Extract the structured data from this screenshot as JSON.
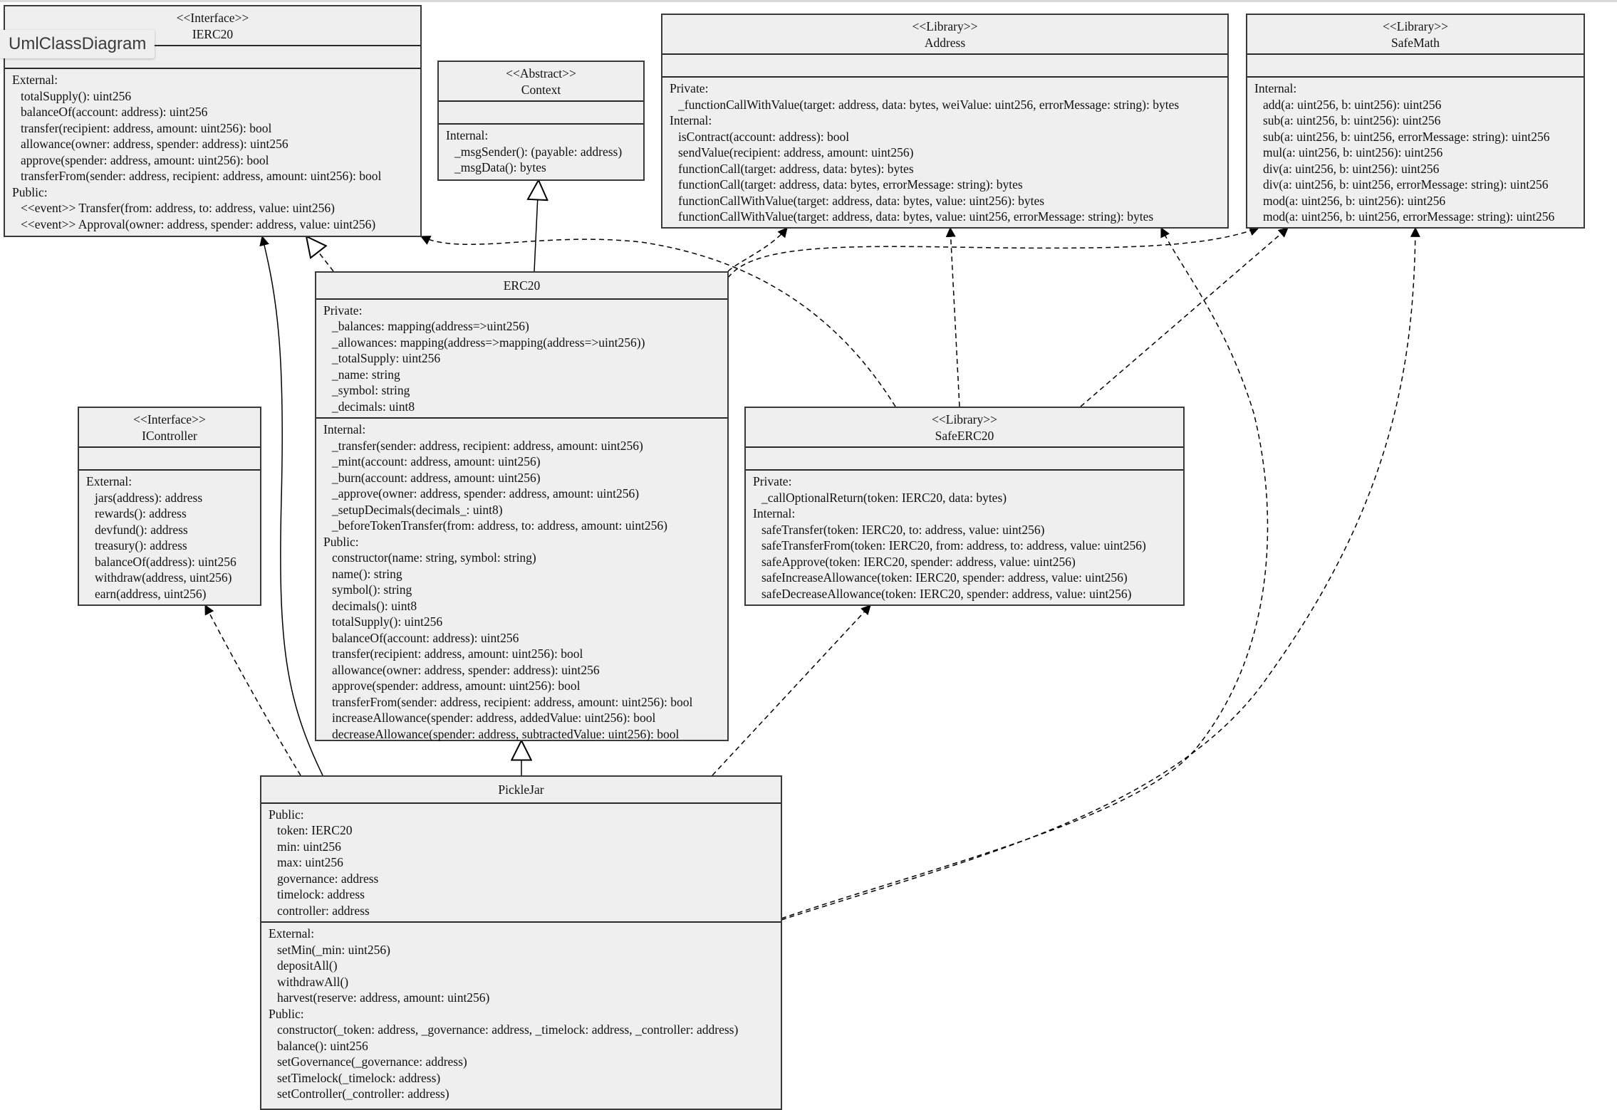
{
  "tab_label": "UmlClassDiagram",
  "classes": {
    "ierc20": {
      "stereotype": "<<Interface>>",
      "name": "IERC20",
      "sections": [
        {
          "label": "External:",
          "members": [
            "totalSupply(): uint256",
            "balanceOf(account: address): uint256",
            "transfer(recipient: address, amount: uint256): bool",
            "allowance(owner: address, spender: address): uint256",
            "approve(spender: address, amount: uint256): bool",
            "transferFrom(sender: address, recipient: address, amount: uint256): bool"
          ]
        },
        {
          "label": "Public:",
          "members": [
            "<<event>> Transfer(from: address, to: address, value: uint256)",
            "<<event>> Approval(owner: address, spender: address, value: uint256)"
          ]
        }
      ]
    },
    "context": {
      "stereotype": "<<Abstract>>",
      "name": "Context",
      "sections": [
        {
          "label": "Internal:",
          "members": [
            "_msgSender(): (payable: address)",
            "_msgData(): bytes"
          ]
        }
      ]
    },
    "address": {
      "stereotype": "<<Library>>",
      "name": "Address",
      "sections": [
        {
          "label": "Private:",
          "members": [
            "_functionCallWithValue(target: address, data: bytes, weiValue: uint256, errorMessage: string): bytes"
          ]
        },
        {
          "label": "Internal:",
          "members": [
            "isContract(account: address): bool",
            "sendValue(recipient: address, amount: uint256)",
            "functionCall(target: address, data: bytes): bytes",
            "functionCall(target: address, data: bytes, errorMessage: string): bytes",
            "functionCallWithValue(target: address, data: bytes, value: uint256): bytes",
            "functionCallWithValue(target: address, data: bytes, value: uint256, errorMessage: string): bytes"
          ]
        }
      ]
    },
    "safemath": {
      "stereotype": "<<Library>>",
      "name": "SafeMath",
      "sections": [
        {
          "label": "Internal:",
          "members": [
            "add(a: uint256, b: uint256): uint256",
            "sub(a: uint256, b: uint256): uint256",
            "sub(a: uint256, b: uint256, errorMessage: string): uint256",
            "mul(a: uint256, b: uint256): uint256",
            "div(a: uint256, b: uint256): uint256",
            "div(a: uint256, b: uint256, errorMessage: string): uint256",
            "mod(a: uint256, b: uint256): uint256",
            "mod(a: uint256, b: uint256, errorMessage: string): uint256"
          ]
        }
      ]
    },
    "erc20": {
      "name": "ERC20",
      "attributes": [
        {
          "label": "Private:",
          "members": [
            "_balances: mapping(address=>uint256)",
            "_allowances: mapping(address=>mapping(address=>uint256))",
            "_totalSupply: uint256",
            "_name: string",
            "_symbol: string",
            "_decimals: uint8"
          ]
        }
      ],
      "sections": [
        {
          "label": "Internal:",
          "members": [
            "_transfer(sender: address, recipient: address, amount: uint256)",
            "_mint(account: address, amount: uint256)",
            "_burn(account: address, amount: uint256)",
            "_approve(owner: address, spender: address, amount: uint256)",
            "_setupDecimals(decimals_: uint8)",
            "_beforeTokenTransfer(from: address, to: address, amount: uint256)"
          ]
        },
        {
          "label": "Public:",
          "members": [
            "constructor(name: string, symbol: string)",
            "name(): string",
            "symbol(): string",
            "decimals(): uint8",
            "totalSupply(): uint256",
            "balanceOf(account: address): uint256",
            "transfer(recipient: address, amount: uint256): bool",
            "allowance(owner: address, spender: address): uint256",
            "approve(spender: address, amount: uint256): bool",
            "transferFrom(sender: address, recipient: address, amount: uint256): bool",
            "increaseAllowance(spender: address, addedValue: uint256): bool",
            "decreaseAllowance(spender: address, subtractedValue: uint256): bool"
          ]
        }
      ]
    },
    "icontroller": {
      "stereotype": "<<Interface>>",
      "name": "IController",
      "sections": [
        {
          "label": "External:",
          "members": [
            "jars(address): address",
            "rewards(): address",
            "devfund(): address",
            "treasury(): address",
            "balanceOf(address): uint256",
            "withdraw(address, uint256)",
            "earn(address, uint256)"
          ]
        }
      ]
    },
    "safeerc20": {
      "stereotype": "<<Library>>",
      "name": "SafeERC20",
      "sections": [
        {
          "label": "Private:",
          "members": [
            "_callOptionalReturn(token: IERC20, data: bytes)"
          ]
        },
        {
          "label": "Internal:",
          "members": [
            "safeTransfer(token: IERC20, to: address, value: uint256)",
            "safeTransferFrom(token: IERC20, from: address, to: address, value: uint256)",
            "safeApprove(token: IERC20, spender: address, value: uint256)",
            "safeIncreaseAllowance(token: IERC20, spender: address, value: uint256)",
            "safeDecreaseAllowance(token: IERC20, spender: address, value: uint256)"
          ]
        }
      ]
    },
    "picklejar": {
      "name": "PickleJar",
      "attributes": [
        {
          "label": "Public:",
          "members": [
            "token: IERC20",
            "min: uint256",
            "max: uint256",
            "governance: address",
            "timelock: address",
            "controller: address"
          ]
        }
      ],
      "sections": [
        {
          "label": "External:",
          "members": [
            "setMin(_min: uint256)",
            "depositAll()",
            "withdrawAll()",
            "harvest(reserve: address, amount: uint256)"
          ]
        },
        {
          "label": "Public:",
          "members": [
            "constructor(_token: address, _governance: address, _timelock: address, _controller: address)",
            "balance(): uint256",
            "setGovernance(_governance: address)",
            "setTimelock(_timelock: address)",
            "setController(_controller: address)"
          ]
        }
      ]
    }
  },
  "relations": [
    {
      "from": "ERC20",
      "to": "IERC20",
      "type": "realization"
    },
    {
      "from": "ERC20",
      "to": "Context",
      "type": "generalization"
    },
    {
      "from": "ERC20",
      "to": "Address",
      "type": "dependency"
    },
    {
      "from": "ERC20",
      "to": "SafeMath",
      "type": "dependency"
    },
    {
      "from": "SafeERC20",
      "to": "IERC20",
      "type": "dependency"
    },
    {
      "from": "SafeERC20",
      "to": "Address",
      "type": "dependency"
    },
    {
      "from": "SafeERC20",
      "to": "SafeMath",
      "type": "dependency"
    },
    {
      "from": "PickleJar",
      "to": "ERC20",
      "type": "generalization"
    },
    {
      "from": "PickleJar",
      "to": "IERC20",
      "type": "association"
    },
    {
      "from": "PickleJar",
      "to": "IController",
      "type": "dependency"
    },
    {
      "from": "PickleJar",
      "to": "SafeERC20",
      "type": "dependency"
    },
    {
      "from": "PickleJar",
      "to": "Address",
      "type": "dependency"
    },
    {
      "from": "PickleJar",
      "to": "SafeMath",
      "type": "dependency"
    }
  ]
}
